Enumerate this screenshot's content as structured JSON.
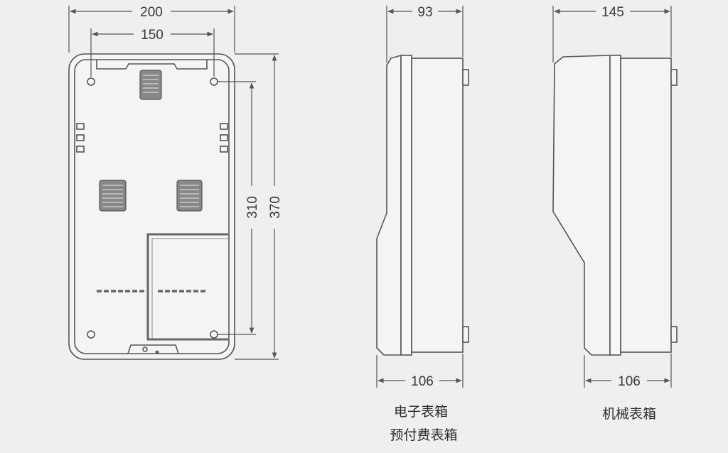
{
  "colors": {
    "background": "#efefef",
    "line": "#555555",
    "fill_box": "#f4f4f4",
    "vent": "#8c8c8c"
  },
  "front_view": {
    "dim_top_outer": "200",
    "dim_top_inner": "150",
    "dim_right_inner": "310",
    "dim_right_outer": "370"
  },
  "side_view_electronic": {
    "dim_top": "93",
    "dim_bottom": "106",
    "caption_line1": "电子表箱",
    "caption_line2": "预付费表箱"
  },
  "side_view_mechanical": {
    "dim_top": "145",
    "dim_bottom": "106",
    "caption": "机械表箱"
  }
}
